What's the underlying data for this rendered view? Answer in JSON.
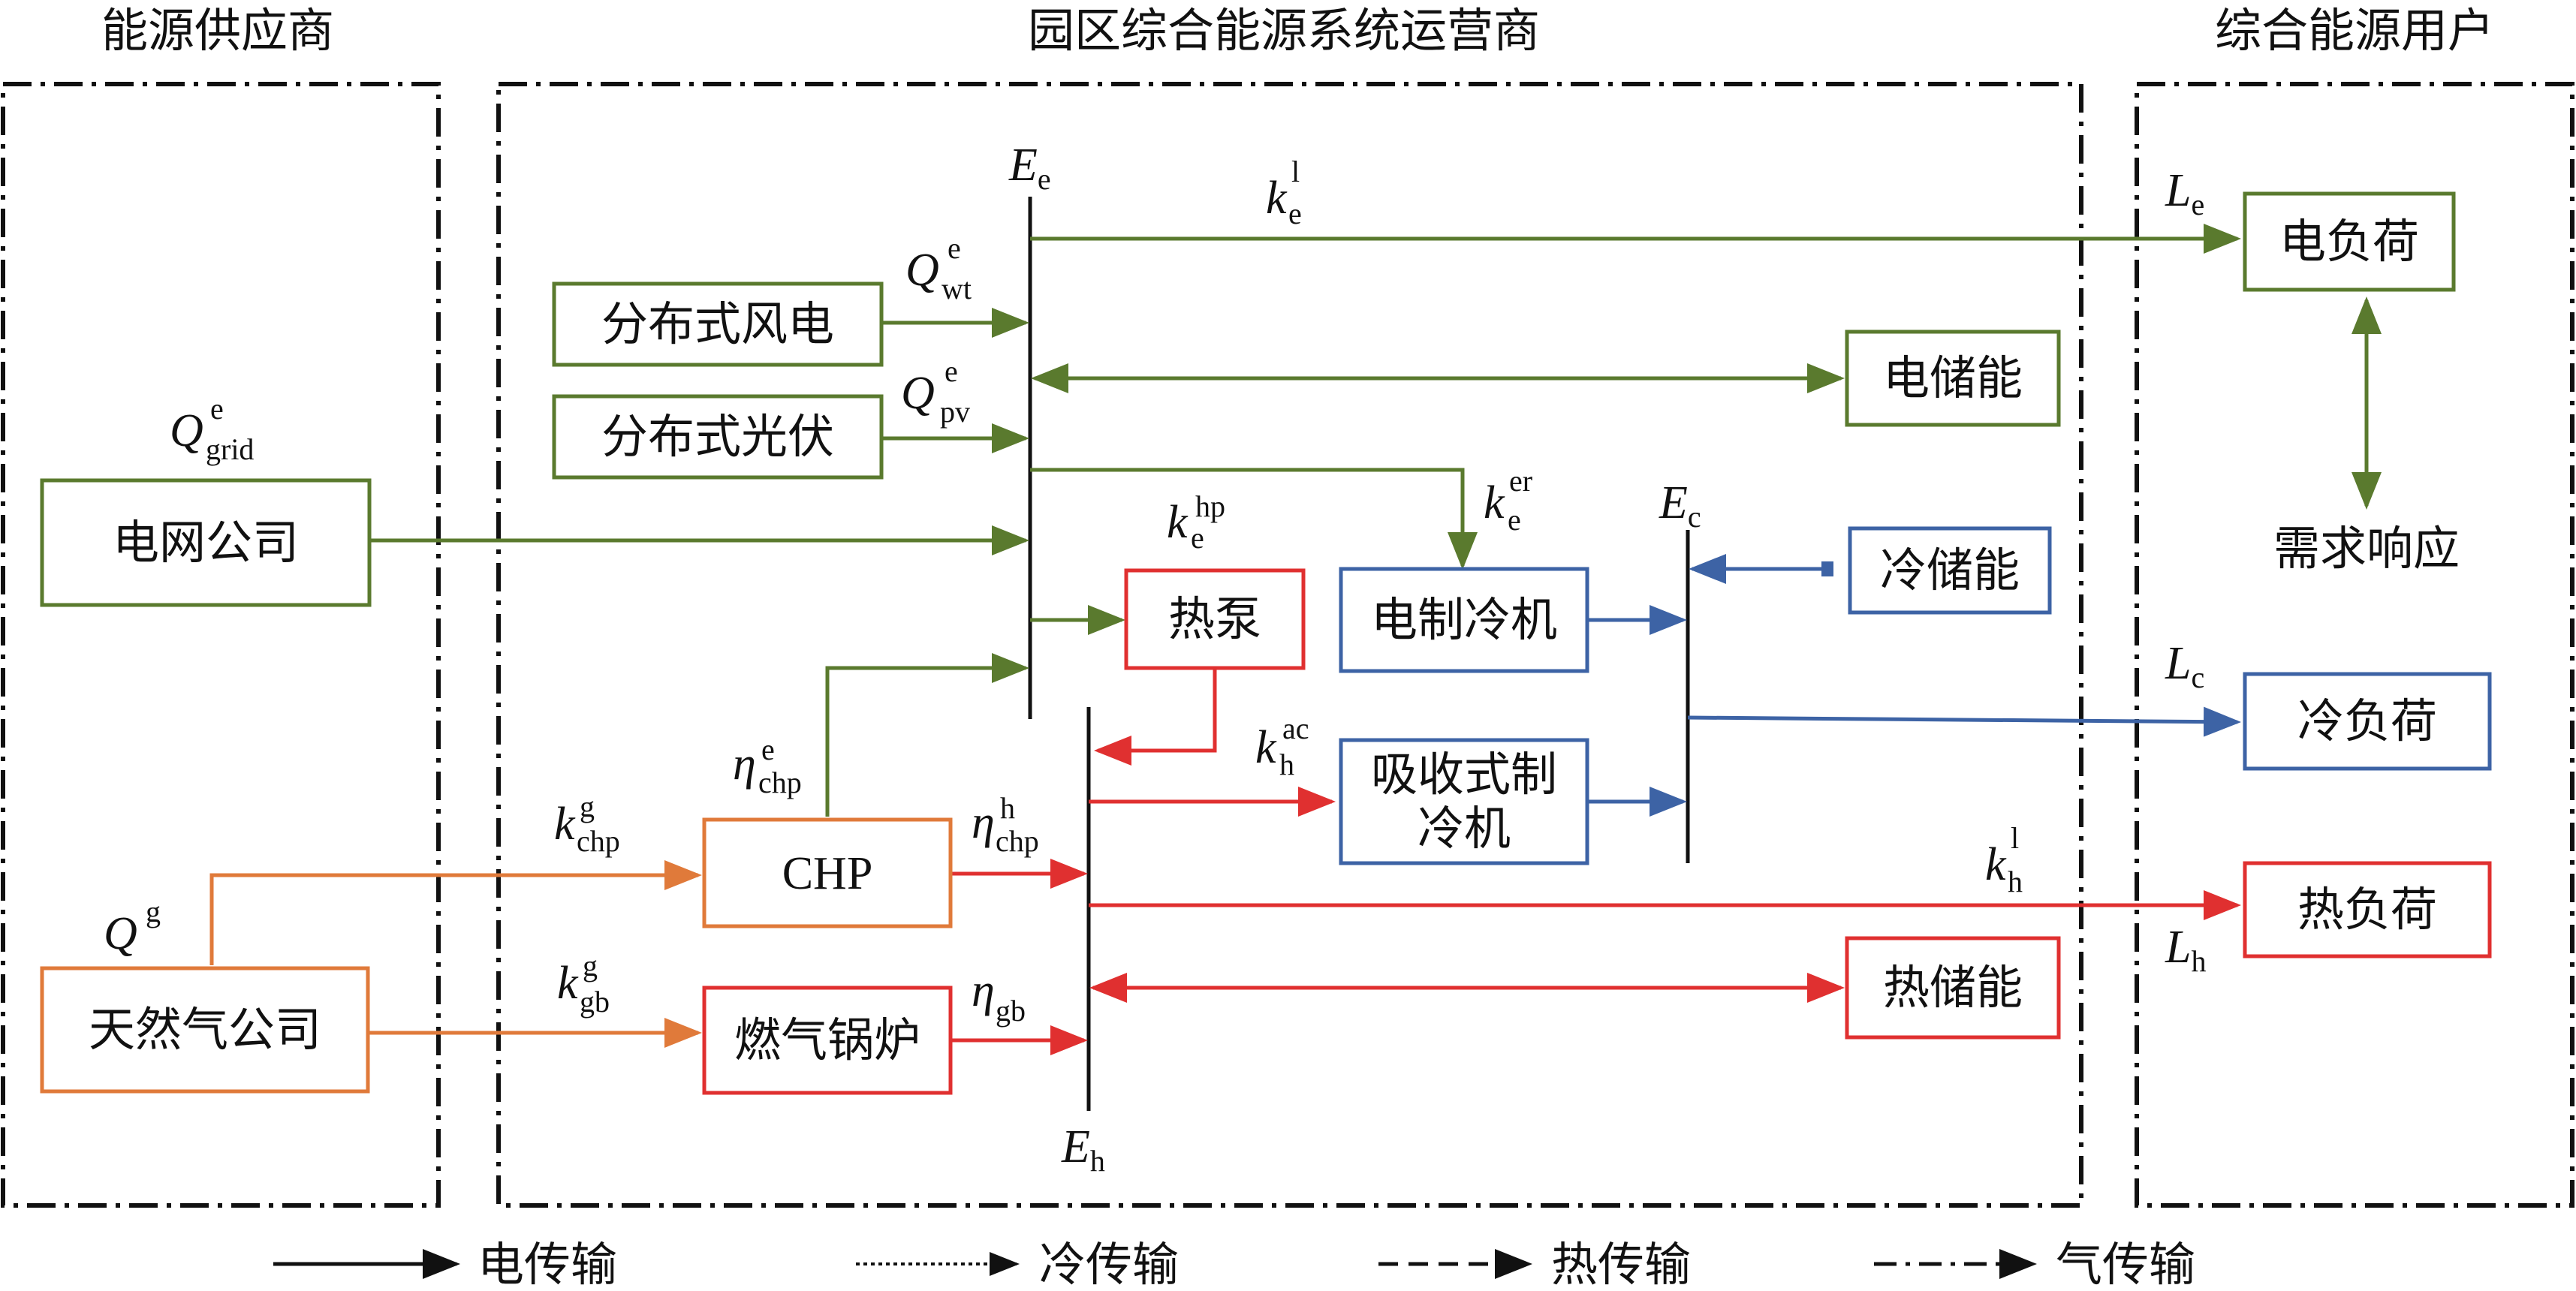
{
  "regions": {
    "supplier": "能源供应商",
    "operator": "园区综合能源系统运营商",
    "user": "综合能源用户"
  },
  "boxes": {
    "wind": "分布式风电",
    "pv": "分布式光伏",
    "grid": "电网公司",
    "elec_storage": "电储能",
    "heat_pump": "热泵",
    "elec_chiller": "电制冷机",
    "cold_storage": "冷储能",
    "absorb_chiller_line1": "吸收式制",
    "absorb_chiller_line2": "冷机",
    "chp": "CHP",
    "gas_boiler": "燃气锅炉",
    "heat_storage": "热储能",
    "gas_company": "天然气公司",
    "elec_load": "电负荷",
    "cold_load": "冷负荷",
    "heat_load": "热负荷"
  },
  "demand_response": "需求响应",
  "symbols": {
    "Ee": {
      "base": "E",
      "sub": "e"
    },
    "Ec": {
      "base": "E",
      "sub": "c"
    },
    "Eh": {
      "base": "E",
      "sub": "h"
    },
    "Le": {
      "base": "L",
      "sub": "e"
    },
    "Lc": {
      "base": "L",
      "sub": "c"
    },
    "Lh": {
      "base": "L",
      "sub": "h"
    },
    "ke_l": {
      "base": "k",
      "sub": "e",
      "sup": "l"
    },
    "kh_l": {
      "base": "k",
      "sub": "h",
      "sup": "l"
    },
    "Q_wt": {
      "base": "Q",
      "sub": "wt",
      "sup": "e"
    },
    "Q_pv": {
      "base": "Q",
      "sub": "pv",
      "sup": "e"
    },
    "Q_grid": {
      "base": "Q",
      "sub": "grid",
      "sup": "e"
    },
    "ke_hp": {
      "base": "k",
      "sub": "e",
      "sup": "hp"
    },
    "ke_er": {
      "base": "k",
      "sub": "e",
      "sup": "er"
    },
    "kh_ac": {
      "base": "k",
      "sub": "h",
      "sup": "ac"
    },
    "eta_chp_e": {
      "base": "η",
      "sub": "chp",
      "sup": "e"
    },
    "eta_chp_h": {
      "base": "η",
      "sub": "chp",
      "sup": "h"
    },
    "eta_gb": {
      "base": "η",
      "sub": "gb"
    },
    "k_chp_g": {
      "base": "k",
      "sub": "chp",
      "sup": "g"
    },
    "k_gb_g": {
      "base": "k",
      "sub": "gb",
      "sup": "g"
    },
    "Qg": {
      "base": "Q",
      "sup": "g"
    }
  },
  "legend": {
    "electric": "电传输",
    "cold": "冷传输",
    "heat": "热传输",
    "gas": "气传输"
  },
  "colors": {
    "electric": "#5a7a2e",
    "cold": "#3d63a5",
    "heat": "#e03030",
    "gas": "#e07a3a",
    "text": "#111111"
  }
}
